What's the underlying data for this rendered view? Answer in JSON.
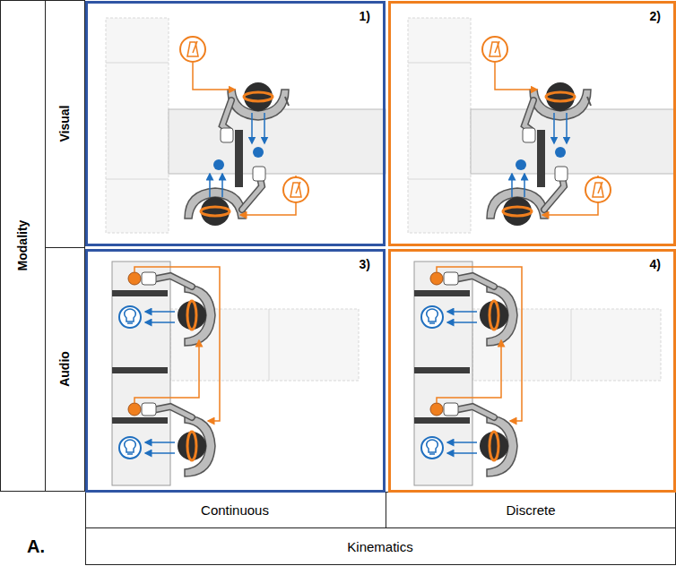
{
  "diagram": {
    "nodes": [
      {
        "text": [
          "1)"
        ]
      },
      {
        "text": [
          "2)"
        ]
      },
      {
        "text": [
          "3)"
        ]
      },
      {
        "text": [
          "4)"
        ]
      }
    ],
    "edges": [],
    "labels": [
      "Modality",
      "Visual",
      "Audio",
      "Continuous",
      "Discrete",
      "Kinematics",
      "A."
    ]
  }
}
